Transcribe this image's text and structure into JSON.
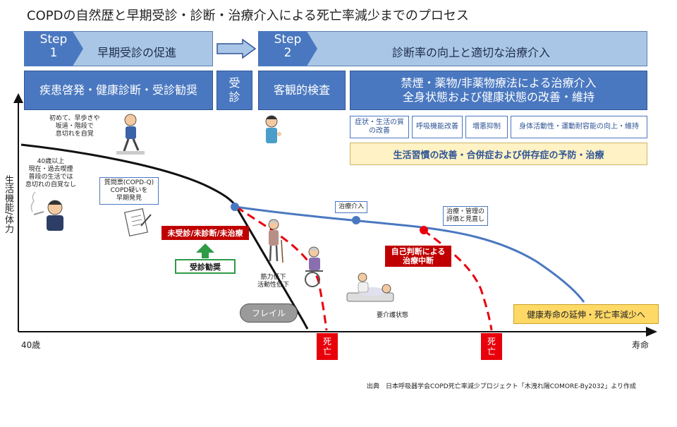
{
  "title": "COPDの自然歴と早期受診・診断・治療介入による死亡率減少までのプロセス",
  "step1": {
    "tag_word": "Step",
    "tag_num": "1",
    "label": "早期受診の促進"
  },
  "step2": {
    "tag_word": "Step",
    "tag_num": "2",
    "label": "診断率の向上と適切な治療介入"
  },
  "boxes": {
    "awareness": "疾患啓発・健康診断・受診勧奨",
    "visit_line1": "受",
    "visit_line2": "診",
    "exam": "客観的検査",
    "treat_line1": "禁煙・薬物/非薬物療法による治療介入",
    "treat_line2": "全身状態および健康状態の改善・維持"
  },
  "small_boxes": {
    "qol_line1": "症状・生活の質",
    "qol_line2": "の改善",
    "lung": "呼吸機能改善",
    "exacerbation": "増悪抑制",
    "activity": "身体活動性・運動耐容能の向上・維持"
  },
  "lifestyle": "生活習慣の改善・合併症および併存症の予防・治療",
  "notes": {
    "first_line1": "初めて、早歩きや",
    "first_line2": "坂道・階段で",
    "first_line3": "息切れを自覚",
    "smoker_line1": "40歳以上",
    "smoker_line2": "現在・過去喫煙",
    "smoker_line3": "普段の生活では",
    "smoker_line4": "息切れの自覚なし",
    "quest_line1": "質問票(COPD-Q)",
    "quest_line2": "COPD疑いを",
    "quest_line3": "早期発見",
    "intervention": "治療介入",
    "review_line1": "治療・管理の",
    "review_line2": "評価と見直し",
    "muscle_line1": "筋力低下",
    "muscle_line2": "活動性低下",
    "care": "要介護状態"
  },
  "red_labels": {
    "untreated": "未受診/未診断/未治療",
    "self_line1": "自己判断による",
    "self_line2": "治療中断"
  },
  "encourage": "受診勧奨",
  "frail": "フレイル",
  "death": {
    "line1": "死",
    "line2": "亡"
  },
  "goal": "健康寿命の延伸・死亡率減少へ",
  "ylabel": "生活機能/体力",
  "xstart": "40歳",
  "xend": "寿命",
  "source": "出典　日本呼吸器学会COPD死亡率減少プロジェクト「木洩れ陽COMORE-By2032」より作成",
  "colors": {
    "blue": "#4a78c0",
    "light_blue": "#a9c6e6",
    "red": "#c00000",
    "green": "#2e9b47",
    "yellow": "#fff2c4"
  }
}
